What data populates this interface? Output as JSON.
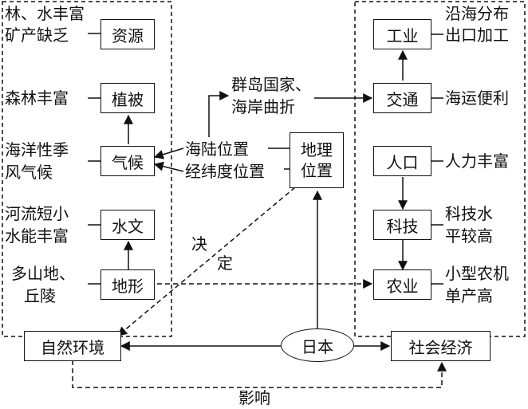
{
  "natural": {
    "resources": {
      "box": "资源",
      "desc": [
        "林、水丰富",
        "矿产缺乏"
      ]
    },
    "vegetation": {
      "box": "植被",
      "desc": [
        "森林丰富"
      ]
    },
    "climate": {
      "box": "气候",
      "desc": [
        "海洋性季",
        "风气候"
      ]
    },
    "hydrology": {
      "box": "水文",
      "desc": [
        "河流短小",
        "水能丰富"
      ]
    },
    "terrain": {
      "box": "地形",
      "desc": [
        "多山地、",
        "丘陵"
      ]
    },
    "environment": "自然环境"
  },
  "location": {
    "box": [
      "地理",
      "位置"
    ],
    "sea_land": "海陆位置",
    "lat_lon": "经纬度位置",
    "islands": [
      "群岛国家、",
      "海岸曲折"
    ]
  },
  "social": {
    "industry": {
      "box": "工业",
      "desc": [
        "沿海分布",
        "出口加工"
      ]
    },
    "transport": {
      "box": "交通",
      "desc": [
        "海运便利"
      ]
    },
    "population": {
      "box": "人口",
      "desc": [
        "人力丰富"
      ]
    },
    "technology": {
      "box": "科技",
      "desc": [
        "科技水",
        "平较高"
      ]
    },
    "agriculture": {
      "box": "农业",
      "desc": [
        "小型农机",
        "单产高"
      ]
    },
    "economy": "社会经济"
  },
  "japan": "日本",
  "decide": [
    "决",
    "定"
  ],
  "influence": "影响"
}
